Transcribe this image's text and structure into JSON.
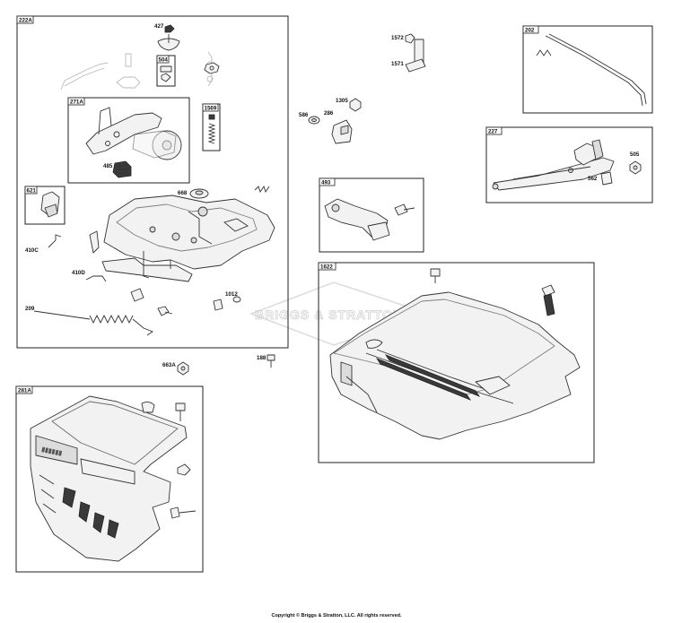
{
  "groups": {
    "g222A": "222A",
    "g271A": "271A",
    "g621": "621",
    "g504": "504",
    "g1569": "1569",
    "g202": "202",
    "g227": "227",
    "g493": "493",
    "g1622": "1622",
    "g281A": "281A"
  },
  "parts": {
    "p427": "427",
    "p485": "485",
    "p668": "668",
    "p410C": "410C",
    "p410D": "410D",
    "p209": "209",
    "p1012": "1012",
    "p1572": "1572",
    "p1571": "1571",
    "p1305": "1305",
    "p586": "586",
    "p286": "286",
    "p505": "505",
    "p562": "562",
    "p663A": "663A",
    "p188": "188"
  },
  "watermark": "BRIGGS & STRATTON",
  "copyright": "Copyright © Briggs & Stratton, LLC. All rights reserved."
}
